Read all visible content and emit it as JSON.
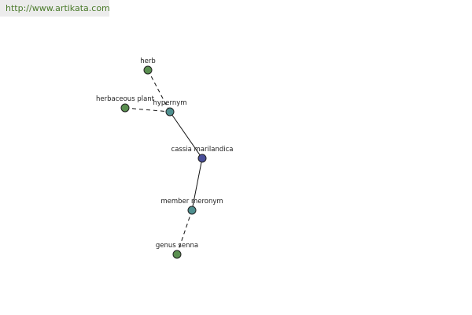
{
  "header": {
    "url": "http://www.artikata.com"
  },
  "colors": {
    "leaf_node": "#5a8f50",
    "relation_node": "#4f8f8f",
    "center_node": "#4a4f9a",
    "node_stroke": "#222222",
    "edge": "#111111",
    "link": "#4a7a2a"
  },
  "graph": {
    "nodes": [
      {
        "id": "herb",
        "label": "herb",
        "kind": "leaf"
      },
      {
        "id": "herbaceous-plant",
        "label": "herbaceous plant",
        "kind": "leaf"
      },
      {
        "id": "hypernym",
        "label": "hypernym",
        "kind": "relation"
      },
      {
        "id": "cassia-marilandica",
        "label": "cassia marilandica",
        "kind": "center"
      },
      {
        "id": "member-meronym",
        "label": "member meronym",
        "kind": "relation"
      },
      {
        "id": "genus-senna",
        "label": "genus senna",
        "kind": "leaf"
      }
    ],
    "edges": [
      {
        "from": "herb",
        "to": "hypernym",
        "style": "dashed"
      },
      {
        "from": "herbaceous-plant",
        "to": "hypernym",
        "style": "dashed"
      },
      {
        "from": "hypernym",
        "to": "cassia-marilandica",
        "style": "solid"
      },
      {
        "from": "cassia-marilandica",
        "to": "member-meronym",
        "style": "solid"
      },
      {
        "from": "member-meronym",
        "to": "genus-senna",
        "style": "dashed"
      }
    ]
  }
}
